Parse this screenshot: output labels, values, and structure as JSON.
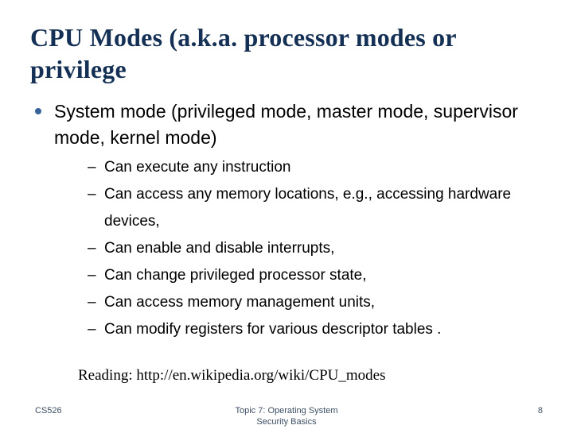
{
  "slide": {
    "title": "CPU Modes (a.k.a. processor modes or privilege",
    "colors": {
      "title": "#143055",
      "bullet_marker": "#36639c",
      "body_text": "#000000",
      "footer_text": "#3d4f63",
      "background": "#ffffff"
    },
    "bullets": [
      {
        "text": "System mode (privileged mode, master mode, supervisor mode, kernel mode)",
        "marker": "bullet-dot-icon",
        "sub_bullets": [
          {
            "marker": "en-dash",
            "text": "Can execute any instruction"
          },
          {
            "marker": "en-dash",
            "text": "Can access any memory locations, e.g., accessing hardware devices,"
          },
          {
            "marker": "en-dash",
            "text": "Can enable and disable interrupts,"
          },
          {
            "marker": "en-dash",
            "text": "Can change privileged processor state,"
          },
          {
            "marker": "en-dash",
            "text": "Can access memory management units,"
          },
          {
            "marker": "en-dash",
            "text": "Can modify registers for various descriptor tables ."
          }
        ]
      }
    ],
    "reading": "Reading:  http://en.wikipedia.org/wiki/CPU_modes",
    "footer": {
      "course": "CS526",
      "topic_line1": "Topic 7: Operating System",
      "topic_line2": "Security Basics",
      "page_number": "8"
    }
  }
}
